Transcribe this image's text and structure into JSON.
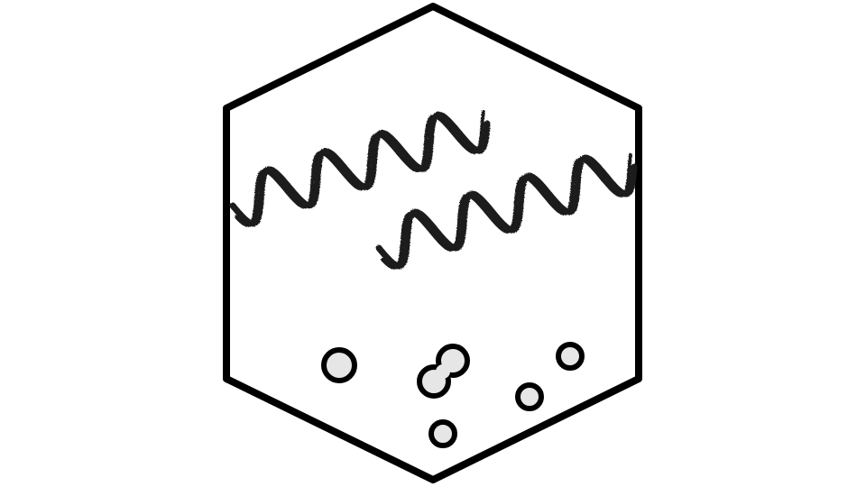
{
  "diagram": {
    "colors": {
      "background": "#ffffff",
      "stroke": "#000000",
      "helix": "#1a1a1a",
      "particle_fill": "#e6e6e6"
    },
    "elements": {
      "hexagon": "hexagon-outline",
      "helices": [
        "helix-strand",
        "helix-strand"
      ],
      "particles": [
        "particle",
        "particle",
        "particle-doublet",
        "particle",
        "particle"
      ]
    }
  }
}
